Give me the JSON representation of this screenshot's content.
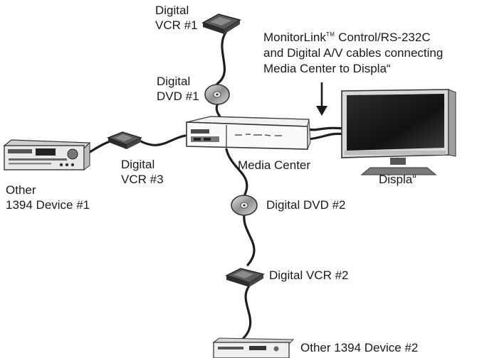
{
  "labels": {
    "vcr1_line1": "Digital",
    "vcr1_line2": "VCR #1",
    "dvd1_line1": "Digital",
    "dvd1_line2": "DVD #1",
    "annotation_brand": "MonitorLink",
    "annotation_tm": "TM",
    "annotation_line1_rest": " Control/RS-232C",
    "annotation_line2": "and Digital A/V cables connecting",
    "annotation_line3": "Media Center to Displa“",
    "vcr3_line1": "Digital",
    "vcr3_line2": "VCR #3",
    "media_center": "Media Center",
    "display": "Displa“",
    "other1_line1": "Other",
    "other1_line2": "1394 Device #1",
    "dvd2": "Digital DVD #2",
    "vcr2": "Digital VCR #2",
    "other2": "Other 1394 Device #2"
  },
  "icons": {
    "vcr": "vcr-device-icon",
    "dvd": "dvd-disc-icon",
    "media_center": "media-center-unit-icon",
    "display": "flat-panel-display-icon",
    "receiver": "av-receiver-icon",
    "player": "dvd-player-icon"
  },
  "colors": {
    "cable": "#1f1f1f",
    "device_dark": "#3a3a3a",
    "device_light": "#dcdcdc",
    "disc": "#9a9a9a"
  }
}
